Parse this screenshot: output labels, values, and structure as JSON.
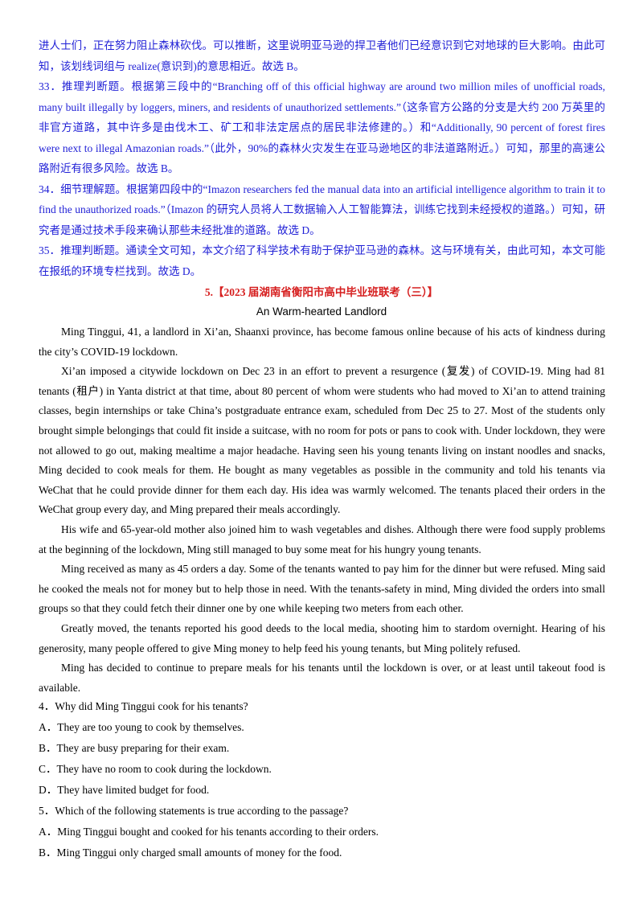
{
  "explanations": {
    "line_0": "进人士们，正在努力阻止森林砍伐。可以推断，这里说明亚马逊的捍卫者他们已经意识到它对地球的巨大影响。由此可知，该划线词组与 realize(意识到)的意思相近。故选 B。",
    "q33": "33．推理判断题。根据第三段中的“Branching off of this official highway are around two million miles of unofficial roads, many built illegally by loggers, miners, and residents of unauthorized settlements.”（这条官方公路的分支是大约 200 万英里的非官方道路，其中许多是由伐木工、矿工和非法定居点的居民非法修建的。）和“Additionally, 90 percent of forest fires were next to illegal Amazonian roads.”（此外，90%的森林火灾发生在亚马逊地区的非法道路附近。）可知，那里的高速公路附近有很多风险。故选 B。",
    "q34": "34．细节理解题。根据第四段中的“Imazon researchers fed the manual data into an artificial intelligence algorithm to train it to find the unauthorized roads.”（Imazon 的研究人员将人工数据输入人工智能算法，训练它找到未经授权的道路。）可知，研究者是通过技术手段来确认那些未经批准的道路。故选 D。",
    "q35": "35．推理判断题。通读全文可知，本文介绍了科学技术有助于保护亚马逊的森林。这与环境有关，由此可知，本文可能在报纸的环境专栏找到。故选 D。"
  },
  "section_heading": "5.【2023 届湖南省衡阳市高中毕业班联考（三）】",
  "passage_title": "An Warm-hearted Landlord",
  "passage": [
    "Ming Tinggui, 41, a landlord in Xi’an, Shaanxi province, has become famous online because of his acts of kindness during the city’s COVID-19 lockdown.",
    "Xi’an imposed a citywide lockdown on Dec 23 in an effort to prevent a resurgence (复发) of COVID-19. Ming had 81 tenants (租户) in Yanta district at that time, about 80 percent of whom were students who had moved to Xi’an to attend training classes, begin internships or take China’s postgraduate entrance exam, scheduled from Dec 25 to 27. Most of the students only brought simple belongings that could fit inside a suitcase, with no room for pots or pans to cook with. Under lockdown, they were not allowed to go out, making mealtime a major headache. Having seen his young tenants living on instant noodles and snacks, Ming decided to cook meals for them. He bought as many vegetables as possible in the community and told his tenants via WeChat that he could provide dinner for them each day. His idea was warmly welcomed. The tenants placed their orders in the WeChat group every day, and Ming prepared their meals accordingly.",
    "His wife and 65-year-old mother also joined him to wash vegetables and dishes. Although there were food supply problems at the beginning of the lockdown, Ming still managed to buy some meat for his hungry young tenants.",
    "Ming received as many as 45 orders a day. Some of the tenants wanted to pay him for the dinner but were refused. Ming said he cooked the meals not for money but to help those in need. With the tenants-safety in mind, Ming divided the orders into small groups so that they could fetch their dinner one by one while keeping two meters from each other.",
    "Greatly moved, the tenants reported his good deeds to the local media, shooting him to stardom overnight. Hearing of his generosity, many people offered to give Ming money to help feed his young tenants, but Ming politely refused.",
    "Ming has decided to continue to prepare meals for his tenants until the lockdown is over, or at least until takeout food is available."
  ],
  "questions": [
    "4．Why did Ming Tinggui cook for his tenants?",
    "A．They are too young to cook by themselves.",
    "B．They are busy preparing for their exam.",
    "C．They have no room to cook during the lockdown.",
    "D．They have limited budget for food.",
    "5．Which of the following statements is true according to the passage?",
    "A．Ming Tinggui bought and cooked for his tenants according to their orders.",
    "B．Ming Tinggui only charged small amounts of money for the food."
  ]
}
